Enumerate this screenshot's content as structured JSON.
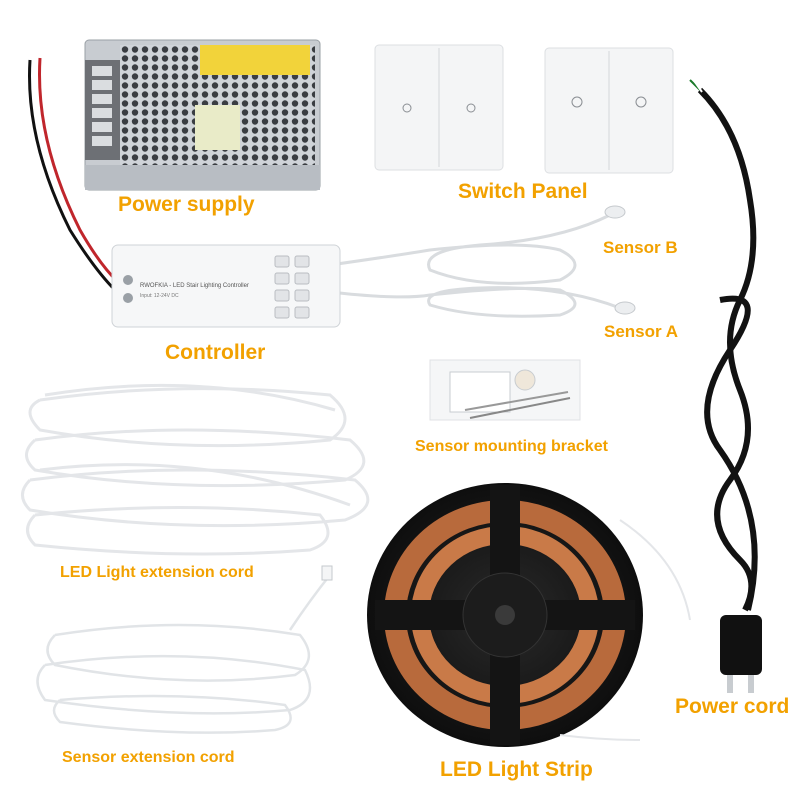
{
  "labels": {
    "power_supply": "Power supply",
    "switch_panel": "Switch Panel",
    "sensor_b": "Sensor B",
    "sensor_a": "Sensor A",
    "controller": "Controller",
    "sensor_mounting_bracket": "Sensor mounting bracket",
    "led_extension_cord": "LED  Light extension cord",
    "sensor_extension_cord": "Sensor extension cord",
    "led_light_strip": "LED Light Strip",
    "power_cord": "Power cord"
  },
  "controller_text": {
    "brand_line": "RWOFKIA - LED Stair Lighting Controller",
    "model_line": "Input: 12-24V DC"
  },
  "colors": {
    "label_color": "#f2a100",
    "background": "#ffffff"
  }
}
